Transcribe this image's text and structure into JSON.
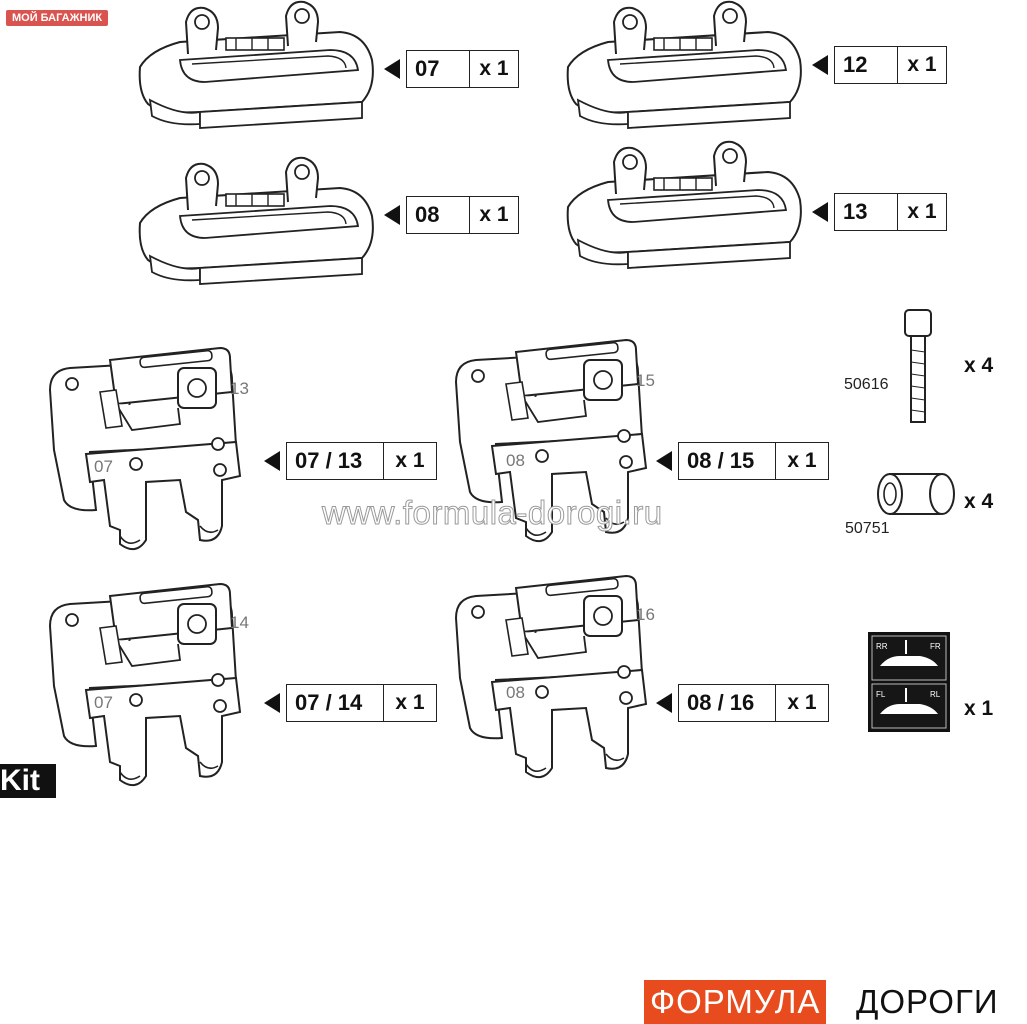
{
  "badge_text": "МОЙ БАГАЖНИК",
  "foot_labels": [
    {
      "code": "07",
      "qty": "x 1"
    },
    {
      "code": "12",
      "qty": "x 1"
    },
    {
      "code": "08",
      "qty": "x 1"
    },
    {
      "code": "13",
      "qty": "x 1"
    }
  ],
  "bracket_labels": [
    {
      "code": "07 / 13",
      "qty": "x 1",
      "left_mark": "07",
      "right_mark": "13"
    },
    {
      "code": "08 / 15",
      "qty": "x 1",
      "left_mark": "08",
      "right_mark": "15"
    },
    {
      "code": "07 / 14",
      "qty": "x 1",
      "left_mark": "07",
      "right_mark": "14"
    },
    {
      "code": "08 / 16",
      "qty": "x 1",
      "left_mark": "08",
      "right_mark": "16"
    }
  ],
  "hardware": [
    {
      "part": "50616",
      "qty": "x 4",
      "icon": "bolt-icon"
    },
    {
      "part": "50751",
      "qty": "x 4",
      "icon": "sleeve-icon"
    }
  ],
  "sticker": {
    "qty": "x 1",
    "icon": "sticker-icon",
    "corners": [
      "RR",
      "FR",
      "FL",
      "RL"
    ]
  },
  "kit_text": "Kit",
  "watermark": "www.formula-dorogi.ru",
  "brand": {
    "highlight": "ФОРМУЛА",
    "rest": "ДОРОГИ",
    "accent": "#e84c1e"
  }
}
